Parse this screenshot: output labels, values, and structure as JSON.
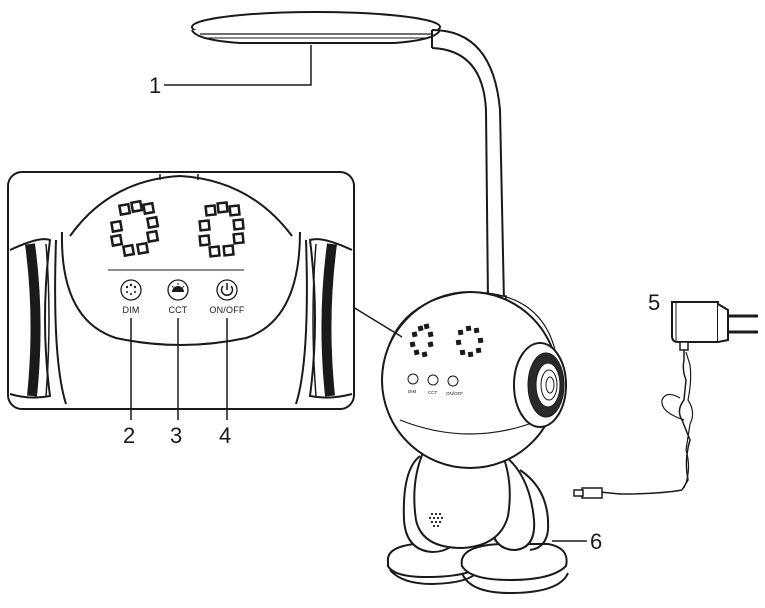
{
  "callouts": [
    {
      "id": "1"
    },
    {
      "id": "2"
    },
    {
      "id": "3"
    },
    {
      "id": "4"
    },
    {
      "id": "5"
    },
    {
      "id": "6"
    }
  ],
  "buttons": {
    "dim": "DIM",
    "cct": "CCT",
    "onoff": "ON/OFF"
  },
  "icons": [
    "dim-icon",
    "cct-icon",
    "power-icon",
    "speaker-icon",
    "display-icon"
  ]
}
